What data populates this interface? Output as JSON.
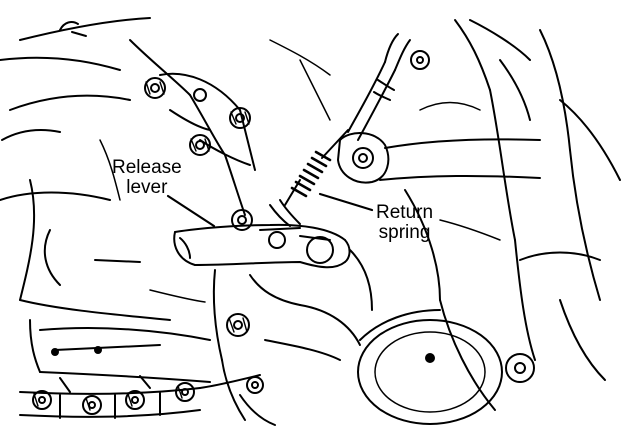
{
  "labels": {
    "release_lever": [
      "Release",
      "lever"
    ],
    "return_spring": [
      "Return",
      "spring"
    ]
  },
  "colors": {
    "ink": "#000000",
    "paper": "#ffffff"
  }
}
